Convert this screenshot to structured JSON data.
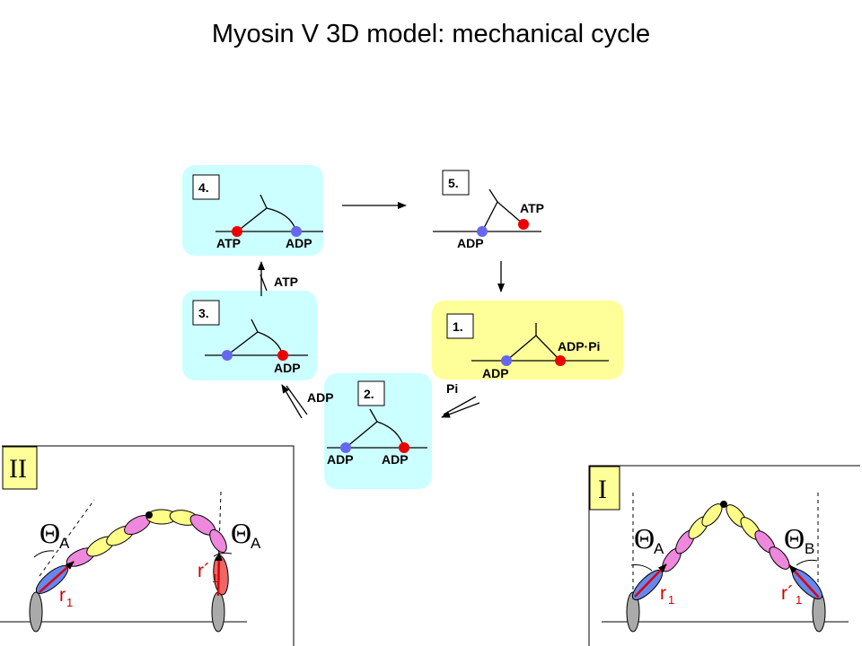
{
  "title": "Myosin V 3D model: mechanical cycle",
  "colors": {
    "cyan_panel": "#ccffff",
    "yellow_panel": "#ffff99",
    "red_head": "#ee0000",
    "blue_head": "#6666ee",
    "pink_segment": "#ee88dd",
    "yellow_segment": "#ffff88"
  },
  "steps": {
    "s4": {
      "num": "4.",
      "left": "ATP",
      "right": "ADP"
    },
    "s5": {
      "num": "5.",
      "left": "ADP",
      "right": "ATP"
    },
    "s3": {
      "num": "3.",
      "right": "ADP"
    },
    "s1": {
      "num": "1.",
      "left": "ADP",
      "right": "ADP·Pi"
    },
    "s2": {
      "num": "2.",
      "left": "ADP",
      "right": "ADP"
    }
  },
  "arrows": {
    "atp_label": "ATP",
    "adp_label": "ADP",
    "pi_label": "Pi"
  },
  "panel_II": {
    "roman": "II",
    "theta": "Θ",
    "theta_left_sub": "A",
    "theta_right_sub": "A",
    "r_left": "r",
    "r_left_sub": "1",
    "r_right": "r´",
    "r_right_sub": "1"
  },
  "panel_I": {
    "roman": "I",
    "theta": "Θ",
    "theta_left_sub": "A",
    "theta_right_sub": "B",
    "r_left": "r",
    "r_left_sub": "1",
    "r_right": "r´",
    "r_right_sub": "1"
  }
}
